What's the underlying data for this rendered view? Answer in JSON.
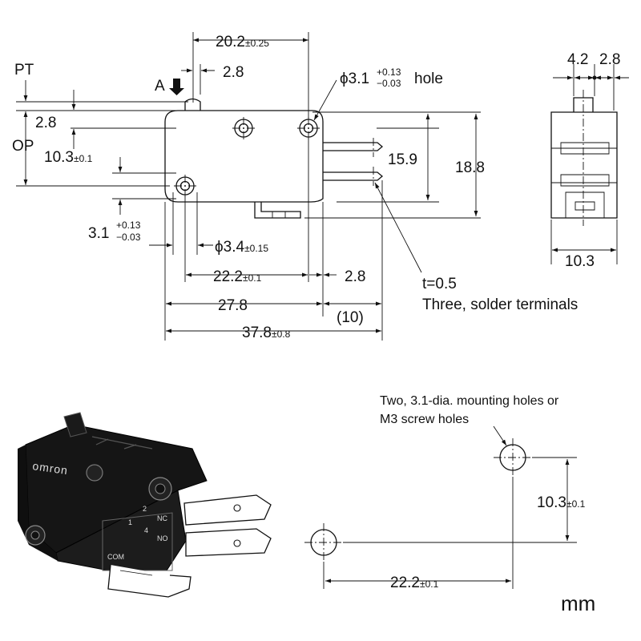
{
  "dimensions": {
    "top_width": {
      "value": "20.2",
      "tol": "±0.25"
    },
    "actuator_offset": "2.8",
    "pt": "PT",
    "a_marker": "A",
    "op": "OP",
    "op_offset": "2.8",
    "fixed_height": {
      "value": "10.3",
      "tol": "±0.1"
    },
    "hole_top": {
      "prefix": "ϕ3.1",
      "tol_plus": "+0.13",
      "tol_minus": "−0.03",
      "suffix": "hole"
    },
    "hole_left": {
      "value": "3.1",
      "tol_plus": "+0.13",
      "tol_minus": "−0.03"
    },
    "pin_dia": {
      "prefix": "ϕ3.4",
      "tol": "±0.15"
    },
    "height_inner": "15.9",
    "height_outer": "18.8",
    "hole_spacing": {
      "value": "22.2",
      "tol": "±0.1"
    },
    "terminal_offset": "2.8",
    "body_length": "27.8",
    "terminal_length": "(10)",
    "total_length": {
      "value": "37.8",
      "tol": "±0.8"
    },
    "side_w1": "4.2",
    "side_w2": "2.8",
    "side_width": "10.3"
  },
  "notes": {
    "terminal_thickness": "t=0.5",
    "terminal_desc": "Three, solder terminals",
    "mount_line1": "Two, 3.1-dia. mounting holes or",
    "mount_line2": "M3 screw holes"
  },
  "mounting": {
    "vertical": {
      "value": "10.3",
      "tol": "±0.1"
    },
    "horizontal": {
      "value": "22.2",
      "tol": "±0.1"
    }
  },
  "product": {
    "brand": "omron",
    "nc": "NC",
    "no": "NO",
    "com": "COM",
    "one": "1",
    "two": "2",
    "four": "4"
  },
  "unit": "mm"
}
